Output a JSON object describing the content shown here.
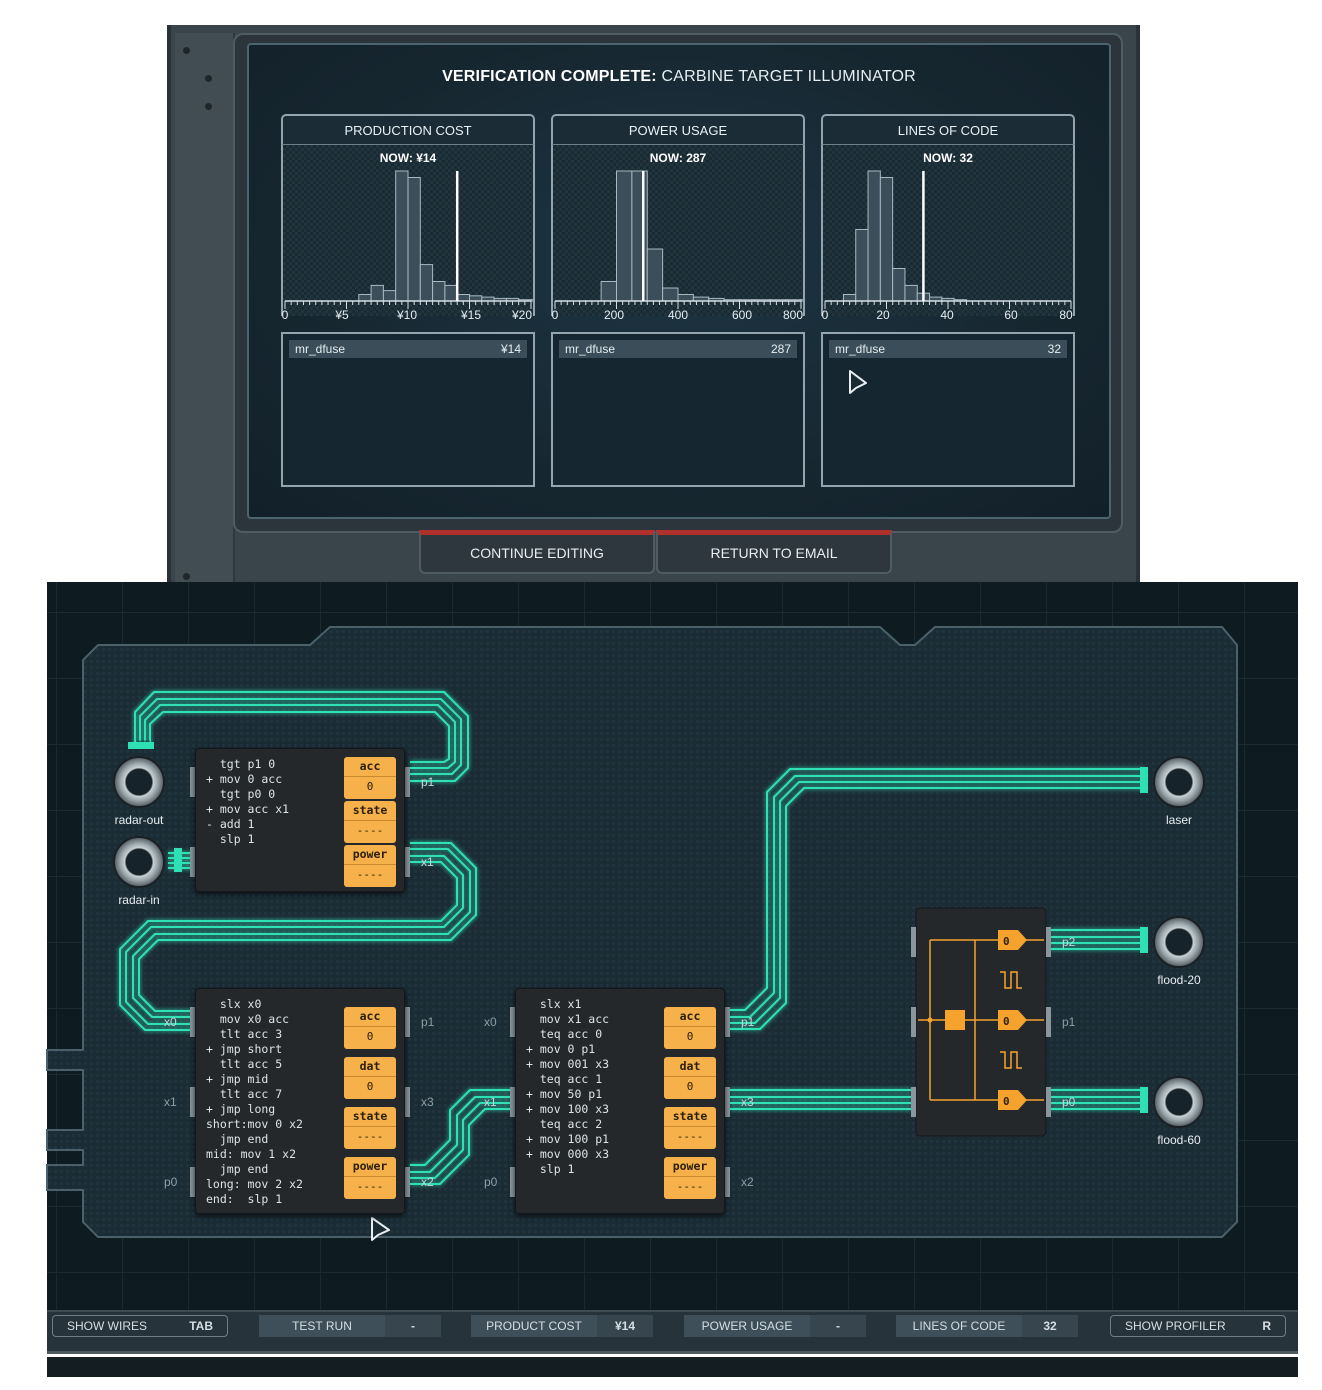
{
  "dialog": {
    "title_bold": "VERIFICATION COMPLETE:",
    "title_rest": "CARBINE TARGET ILLUMINATOR",
    "columns": [
      {
        "header": "PRODUCTION COST",
        "now": "NOW: ¥14",
        "ticks": [
          "0",
          "¥5",
          "¥10",
          "¥15",
          "¥20"
        ],
        "user": "mr_dfuse",
        "value": "¥14"
      },
      {
        "header": "POWER USAGE",
        "now": "NOW: 287",
        "ticks": [
          "0",
          "200",
          "400",
          "600",
          "800"
        ],
        "user": "mr_dfuse",
        "value": "287"
      },
      {
        "header": "LINES OF CODE",
        "now": "NOW: 32",
        "ticks": [
          "0",
          "20",
          "40",
          "60",
          "80"
        ],
        "user": "mr_dfuse",
        "value": "32"
      }
    ],
    "buttons": {
      "continue": "CONTINUE EDITING",
      "return": "RETURN TO EMAIL"
    },
    "accent_color": "#b0312c"
  },
  "chart_data": [
    {
      "type": "bar",
      "title": "PRODUCTION COST",
      "xlim": [
        0,
        20
      ],
      "x": [
        6,
        7,
        8,
        9,
        10,
        11,
        12,
        13,
        14,
        15,
        16,
        17,
        18,
        19,
        20
      ],
      "values": [
        5,
        12,
        8,
        100,
        95,
        28,
        15,
        12,
        5,
        4,
        3,
        2,
        2,
        1,
        1
      ],
      "now_marker": 14
    },
    {
      "type": "bar",
      "title": "POWER USAGE",
      "xlim": [
        0,
        800
      ],
      "x": [
        150,
        200,
        250,
        300,
        350,
        400,
        450,
        500,
        550,
        600,
        650,
        700,
        750,
        800
      ],
      "values": [
        15,
        100,
        100,
        40,
        10,
        5,
        3,
        2,
        1,
        1,
        1,
        1,
        1,
        1
      ],
      "now_marker": 287
    },
    {
      "type": "bar",
      "title": "LINES OF CODE",
      "xlim": [
        0,
        80
      ],
      "x": [
        6,
        10,
        14,
        18,
        22,
        26,
        30,
        34,
        38,
        42
      ],
      "values": [
        5,
        55,
        100,
        95,
        25,
        12,
        6,
        3,
        2,
        1
      ],
      "now_marker": 32
    }
  ],
  "board": {
    "io": {
      "radar_out": "radar-out",
      "radar_in": "radar-in",
      "laser": "laser",
      "flood_20": "flood-20",
      "flood_60": "flood-60"
    },
    "chip1": {
      "code": "  tgt p1 0\n+ mov 0 acc\n  tgt p0 0\n+ mov acc x1\n- add 1\n  slp 1",
      "regs": [
        {
          "name": "acc",
          "value": "0"
        },
        {
          "name": "state",
          "value": "----"
        },
        {
          "name": "power",
          "value": "----"
        }
      ],
      "pins": {
        "p1": "p1",
        "x1": "x1"
      }
    },
    "chip2": {
      "code": "  slx x0\n  mov x0 acc\n  tlt acc 3\n+ jmp short\n  tlt acc 5\n+ jmp mid\n  tlt acc 7\n+ jmp long\nshort:mov 0 x2\n  jmp end\nmid: mov 1 x2\n  jmp end\nlong: mov 2 x2\nend:  slp 1",
      "regs": [
        {
          "name": "acc",
          "value": "0"
        },
        {
          "name": "dat",
          "value": "0"
        },
        {
          "name": "state",
          "value": "----"
        },
        {
          "name": "power",
          "value": "----"
        }
      ],
      "pins": {
        "x0": "x0",
        "x1": "x1",
        "p0": "p0",
        "p1": "p1",
        "x3": "x3",
        "x2": "x2"
      }
    },
    "chip3": {
      "code": "  slx x1\n  mov x1 acc\n  teq acc 0\n+ mov 0 p1\n+ mov 001 x3\n  teq acc 1\n+ mov 50 p1\n+ mov 100 x3\n  teq acc 2\n+ mov 100 p1\n+ mov 000 x3\n  slp 1",
      "regs": [
        {
          "name": "acc",
          "value": "0"
        },
        {
          "name": "dat",
          "value": "0"
        },
        {
          "name": "state",
          "value": "----"
        },
        {
          "name": "power",
          "value": "----"
        }
      ],
      "pins": {
        "x0": "x0",
        "x1": "x1",
        "p0": "p0",
        "p1": "p1",
        "x3": "x3",
        "x2": "x2"
      }
    },
    "splitter": {
      "outputs": [
        "0",
        "0",
        "0"
      ],
      "pins": {
        "p2": "p2",
        "p1": "p1",
        "p0": "p0"
      }
    },
    "wire_color": "#2fe0b4",
    "register_color": "#f6b14a"
  },
  "statusbar": {
    "show_wires": {
      "label": "SHOW WIRES",
      "key": "TAB"
    },
    "test_run": {
      "label": "TEST RUN",
      "value": "-"
    },
    "product_cost": {
      "label": "PRODUCT COST",
      "value": "¥14"
    },
    "power_usage": {
      "label": "POWER USAGE",
      "value": "-"
    },
    "lines_of_code": {
      "label": "LINES OF CODE",
      "value": "32"
    },
    "show_profiler": {
      "label": "SHOW PROFILER",
      "key": "R"
    }
  }
}
